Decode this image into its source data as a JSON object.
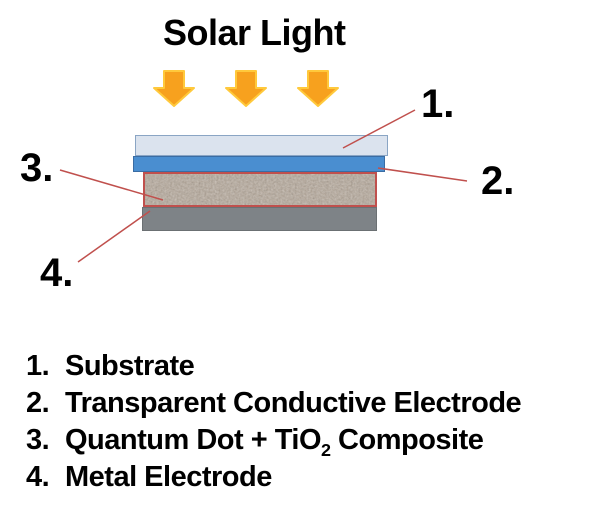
{
  "title": "Solar Light",
  "colors": {
    "text": "#000000",
    "arrow_fill": "#f7a11e",
    "arrow_border": "#ffc93c",
    "substrate_fill": "#dbe3ee",
    "substrate_border": "#8aa5c4",
    "electrode_fill": "#4a8ed0",
    "electrode_border": "#3a6ca3",
    "composite_fill": "#b3a698",
    "composite_border": "#c0504d",
    "metal_fill": "#7e8387",
    "metal_border": "#6b7073",
    "leader_line": "#c0504d"
  },
  "diagram": {
    "arrow_icon": "down-arrow-icon",
    "callouts": [
      {
        "label": "1."
      },
      {
        "label": "2."
      },
      {
        "label": "3."
      },
      {
        "label": "4."
      }
    ]
  },
  "legend": {
    "items": [
      {
        "num": "1.",
        "label": "Substrate",
        "sub": "",
        "label_after": ""
      },
      {
        "num": "2.",
        "label": "Transparent Conductive Electrode",
        "sub": "",
        "label_after": ""
      },
      {
        "num": "3.",
        "label": "Quantum Dot + TiO",
        "sub": "2",
        "label_after": " Composite"
      },
      {
        "num": "4.",
        "label": "Metal Electrode",
        "sub": "",
        "label_after": ""
      }
    ]
  }
}
